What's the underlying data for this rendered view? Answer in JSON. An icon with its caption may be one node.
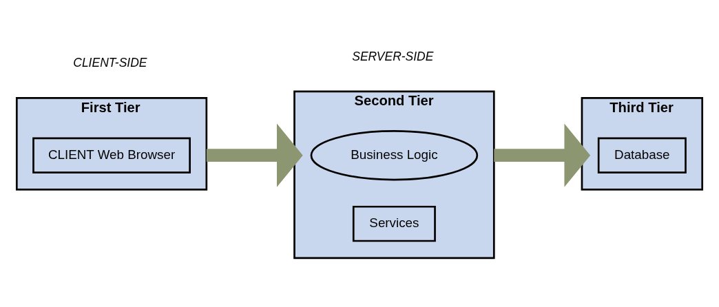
{
  "diagram": {
    "nodes": [
      {
        "text": [
          "First Tier"
        ]
      },
      {
        "text": [
          "CLIENT Web Browser"
        ],
        "in": 0
      },
      {
        "text": [
          "Second Tier"
        ]
      },
      {
        "text": [
          "Business Logic"
        ],
        "in": 2
      },
      {
        "text": [
          "Services"
        ],
        "in": 2
      },
      {
        "text": [
          "Third Tier"
        ]
      },
      {
        "text": [
          "Database"
        ],
        "in": 5
      }
    ],
    "edges": [
      {
        "from": 0,
        "to": 2,
        "arrow": "to"
      },
      {
        "from": 2,
        "to": 5,
        "arrow": "to"
      }
    ],
    "labels": [
      "CLIENT-SIDE",
      "SERVER-SIDE"
    ]
  }
}
